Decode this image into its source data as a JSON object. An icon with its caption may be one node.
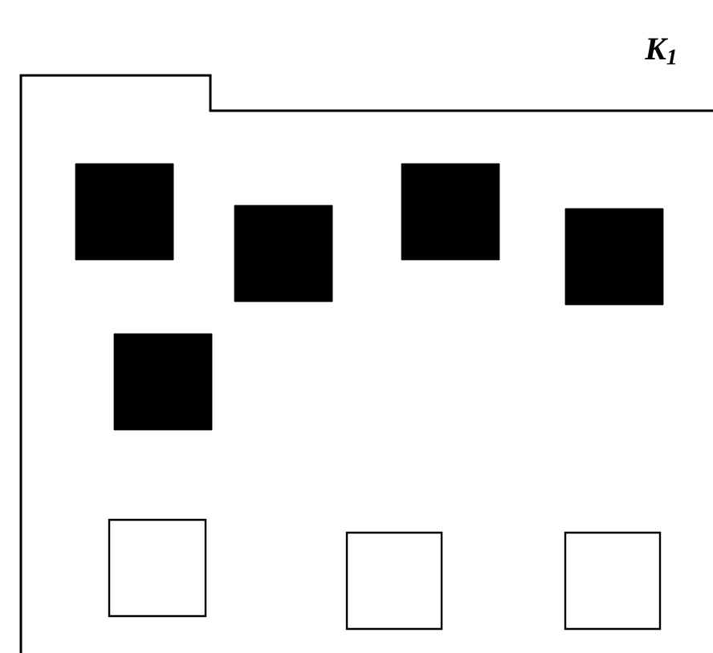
{
  "diagram": {
    "nodes": [
      {
        "text": [
          "K$_{1}$"
        ]
      },
      {
        "text": [],
        "shape": "box",
        "in": 0
      },
      {
        "text": [],
        "shape": "box",
        "in": 0
      },
      {
        "text": [],
        "shape": "box",
        "in": 0
      },
      {
        "text": [],
        "shape": "box",
        "in": 0
      },
      {
        "text": [],
        "shape": "box",
        "in": 0
      },
      {
        "text": [],
        "shape": "box",
        "in": 0
      },
      {
        "text": [],
        "shape": "box",
        "in": 0
      },
      {
        "text": [],
        "shape": "box",
        "in": 0
      }
    ]
  }
}
